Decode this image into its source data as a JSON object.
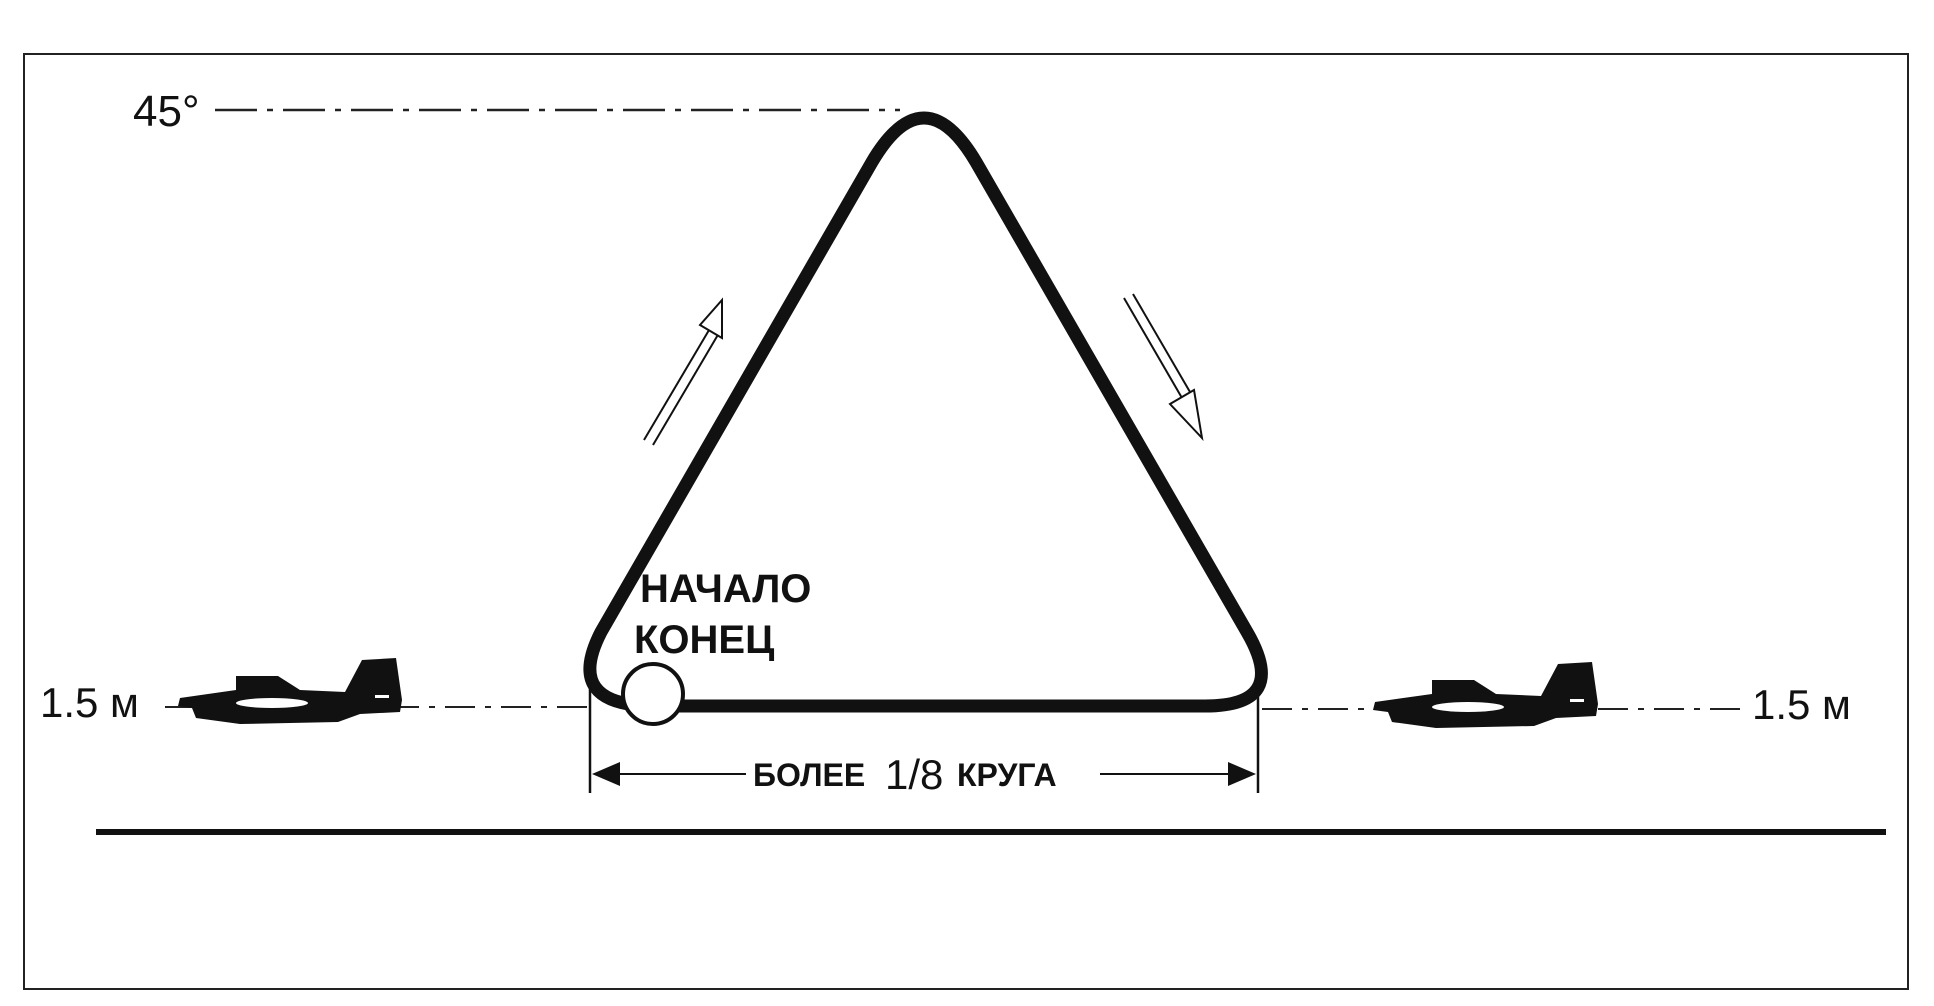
{
  "labels": {
    "angle": "45°",
    "altitude_left": "1.5 м",
    "altitude_right": "1.5 м",
    "start": "НАЧАЛО",
    "end": "КОНЕЦ",
    "span_prefix": "БОЛЕЕ",
    "span_fraction": "1/8",
    "span_suffix": "КРУГА"
  },
  "colors": {
    "ink": "#111111",
    "background": "#ffffff"
  }
}
